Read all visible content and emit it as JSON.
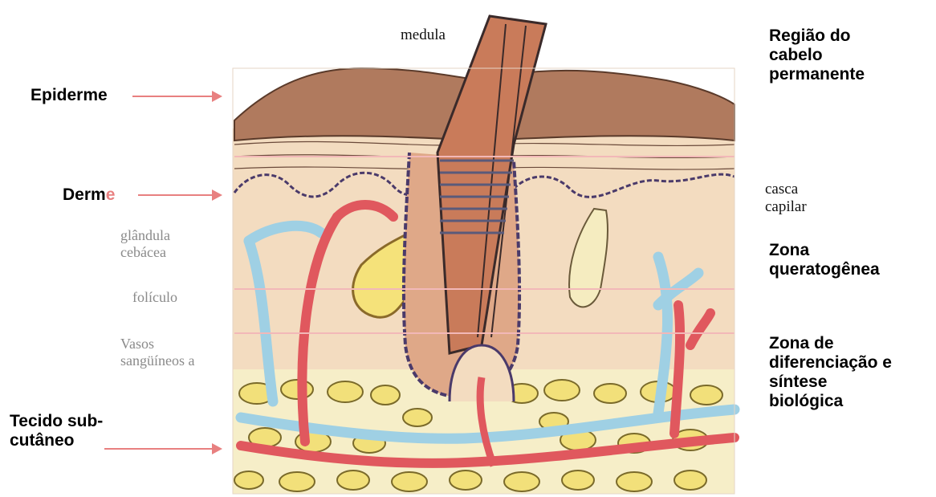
{
  "left_labels": {
    "epiderme": "Epiderme",
    "derme_main": "Derm",
    "derme_tail": "e",
    "glandula_line1": "glândula",
    "glandula_line2": "cebácea",
    "foliculo": "folículo",
    "vasos_line1": "Vasos",
    "vasos_line2": "sangüíneos a",
    "tecido_line1": "Tecido sub-",
    "tecido_line2": "cutâneo"
  },
  "top_label": {
    "medula": "medula"
  },
  "right_labels": {
    "regiao_line1": "Região do",
    "regiao_line2": "cabelo",
    "regiao_line3": "permanente",
    "casca_line1": "casca",
    "casca_line2": "capilar",
    "zona_q_line1": "Zona",
    "zona_q_line2": "queratogênea",
    "zona_d_line1": "Zona de",
    "zona_d_line2": "diferenciação e",
    "zona_d_line3": "síntese",
    "zona_d_line4": "biológica"
  },
  "colors": {
    "epidermis": "#b07a5e",
    "dermis": "#f3dcc0",
    "fat": "#f2e07a",
    "artery": "#e0585e",
    "vein": "#9fd0e4",
    "hair": "#c97b5a",
    "arrow": "#e88080"
  }
}
